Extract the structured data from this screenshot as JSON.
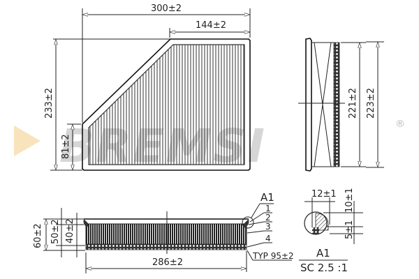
{
  "drawing": {
    "type": "air filter technical drawing",
    "brand_watermark": "BREMSI",
    "registered_mark": "®",
    "logo_triangle_color": "#f7deb0",
    "watermark_color": "#b5b5b5",
    "top_view": {
      "overall_width": "300±2",
      "top_edge_width": "144±2",
      "overall_height": "233±2",
      "side_height": "81±2"
    },
    "side_view": {
      "inner_height": "221±2",
      "outer_height": "223±2"
    },
    "front_view": {
      "total_height": "60±2",
      "mid_height": "50±2",
      "pleat_height": "40±2",
      "length": "286±2",
      "pitch": "TYP 95±2",
      "detail_ref": "A1",
      "callouts": [
        "1",
        "2",
        "3",
        "4"
      ]
    },
    "detail": {
      "width": "12±1",
      "height_top": "10±1",
      "height_bottom": "5±1",
      "ref": "A1",
      "scale": "SC 2.5 :1"
    }
  }
}
